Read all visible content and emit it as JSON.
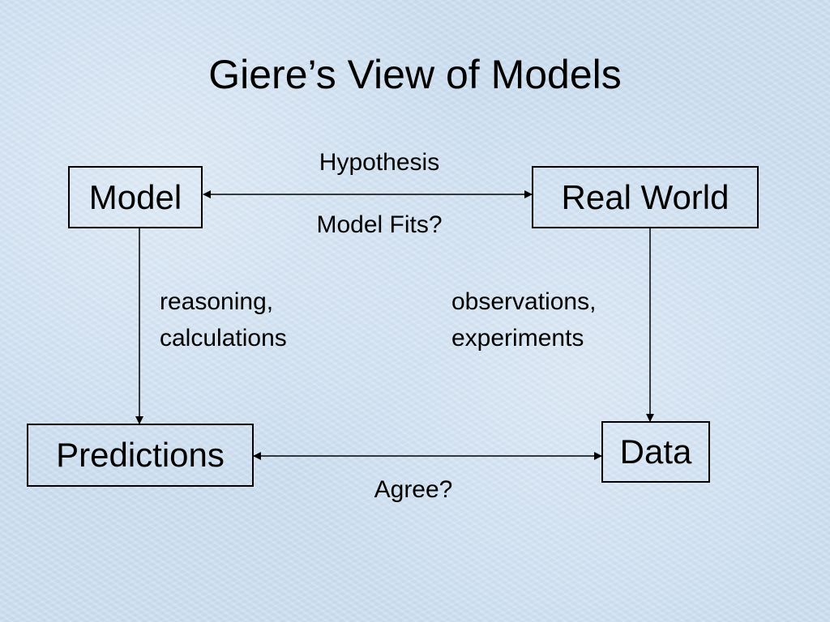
{
  "slide": {
    "title": "Giere’s View of Models"
  },
  "nodes": {
    "model": "Model",
    "real_world": "Real World",
    "predictions": "Predictions",
    "data": "Data"
  },
  "edges": {
    "hypothesis": "Hypothesis",
    "model_fits": "Model Fits?",
    "reasoning_line1": "reasoning,",
    "reasoning_line2": "calculations",
    "observations_line1": "observations,",
    "observations_line2": "experiments",
    "agree": "Agree?"
  }
}
